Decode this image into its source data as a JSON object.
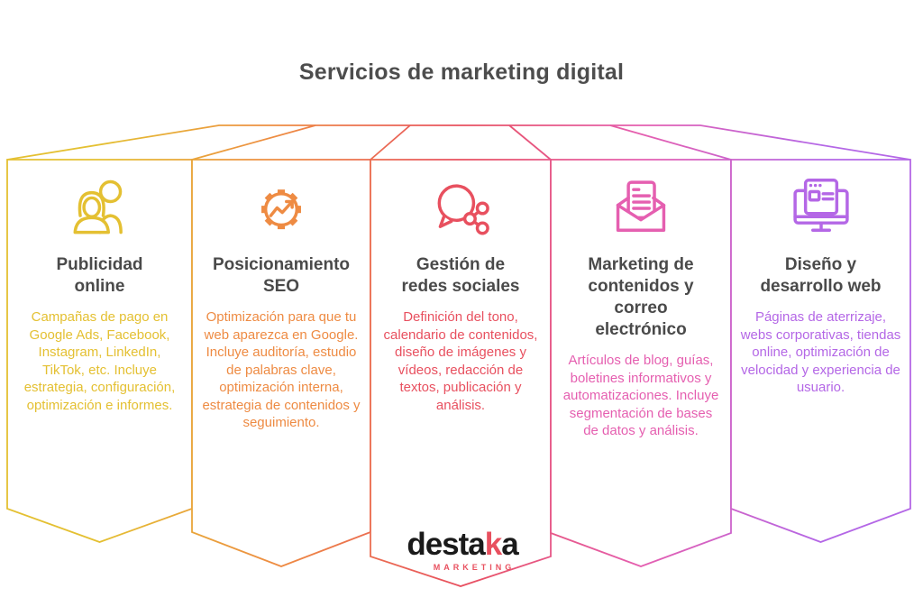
{
  "title": "Servicios de marketing digital",
  "title_color": "#4d4d4d",
  "panels": [
    {
      "id": "publicidad-online",
      "icon": "audience-icon",
      "color": "#e4c032",
      "title": "Publicidad online",
      "description": "Campañas de pago en Google Ads, Facebook, Instagram, LinkedIn, TikTok, etc. Incluye estrategia, configuración, optimización e informes."
    },
    {
      "id": "posicionamiento-seo",
      "icon": "seo-gear-icon",
      "color": "#ee8b43",
      "title": "Posicionamiento SEO",
      "description": "Optimización para que tu web aparezca en Google. Incluye auditoría, estudio de palabras clave, optimización interna, estrategia de contenidos y seguimiento."
    },
    {
      "id": "gestion-redes-sociales",
      "icon": "social-chat-icon",
      "color": "#e8505f",
      "title": "Gestión de redes sociales",
      "description": "Definición del tono, calendario de contenidos, diseño de imágenes y vídeos, redacción de textos, publicación y análisis."
    },
    {
      "id": "marketing-contenidos-correo",
      "icon": "email-content-icon",
      "color": "#e55fb0",
      "title": "Marketing de contenidos y correo electrónico",
      "description": "Artículos de blog, guías, boletines informativos y automatizaciones. Incluye segmentación de bases de datos y análisis."
    },
    {
      "id": "diseno-desarrollo-web",
      "icon": "web-design-icon",
      "color": "#b467e6",
      "title": "Diseño y desarrollo web",
      "description": "Páginas de aterrizaje, webs corporativas, tiendas online, optimización de velocidad y experiencia de usuario."
    }
  ],
  "logo": {
    "brand_prefix": "desta",
    "brand_accent": "k",
    "brand_suffix": "a",
    "brand_color": "#1a1a1a",
    "accent_color": "#e8505f",
    "tagline": "MARKETING"
  }
}
